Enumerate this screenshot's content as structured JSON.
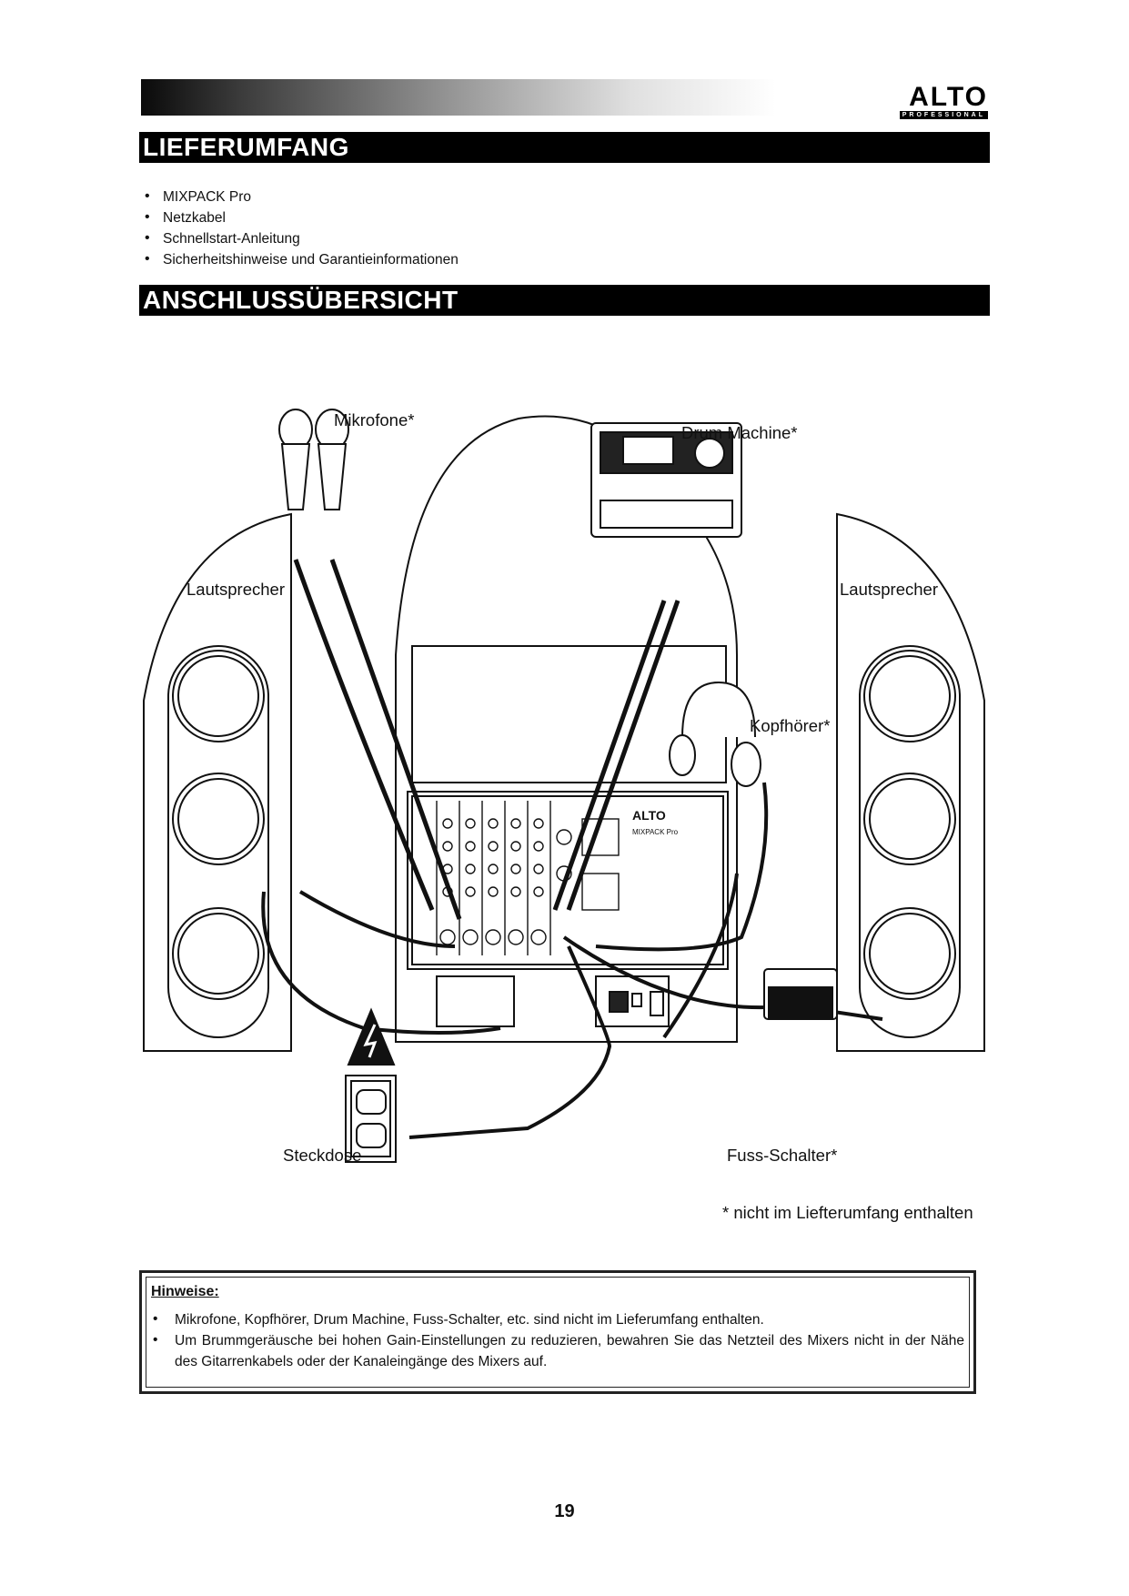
{
  "brand": {
    "name": "ALTO",
    "tagline": "PROFESSIONAL"
  },
  "sections": {
    "contents_title": "LIEFERUMFANG",
    "overview_title": "ANSCHLUSSÜBERSICHT"
  },
  "contents_items": [
    "MIXPACK Pro",
    "Netzkabel",
    "Schnellstart-Anleitung",
    "Sicherheitshinweise und Garantieinformationen"
  ],
  "diagram": {
    "labels": {
      "microphones": "Mikrofone*",
      "drum_machine": "Drum Machine*",
      "speaker_left": "Lautsprecher",
      "speaker_right": "Lautsprecher",
      "headphones": "Kopfhörer*",
      "outlet": "Steckdose",
      "footswitch": "Fuss-Schalter*"
    },
    "mixer_brand": "ALTO",
    "mixer_model": "MIXPACK Pro",
    "footnote": "* nicht im Liefterumfang enthalten"
  },
  "notes": {
    "title": "Hinweise:",
    "items": [
      "Mikrofone, Kopfhörer, Drum Machine, Fuss-Schalter, etc. sind nicht im Lieferumfang enthalten.",
      "Um Brummgeräusche bei hohen Gain-Einstellungen zu reduzieren, bewahren Sie das Netzteil des Mixers nicht in der Nähe des Gitarrenkabels oder der Kanaleingänge des Mixers auf."
    ]
  },
  "page_number": "19"
}
